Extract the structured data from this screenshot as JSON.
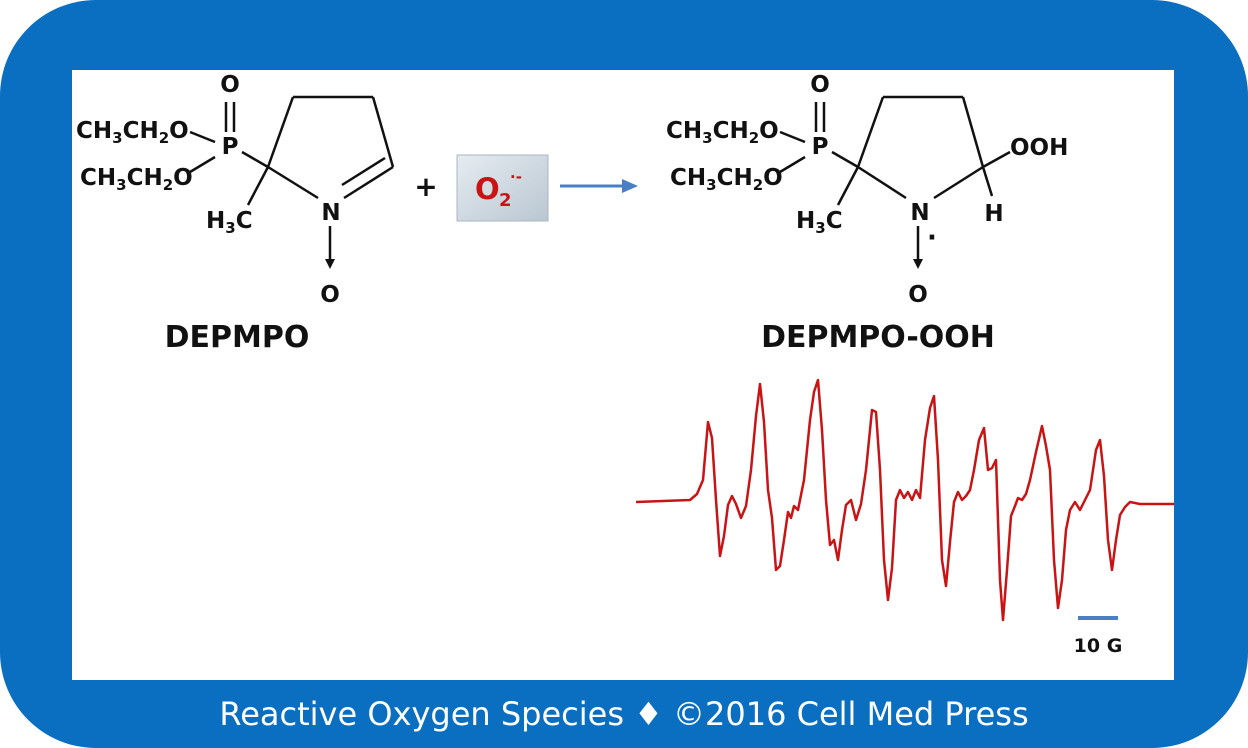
{
  "colors": {
    "frame": "#0a6fc1",
    "trace": "#c81414",
    "arrow": "#4a7fc4",
    "reagent_text": "#c81414"
  },
  "reactant": {
    "name": "DEPMPO",
    "ethoxy_1": "CH3CH2O",
    "ethoxy_2": "CH3CH2O",
    "phosphorus": "P",
    "phosphoryl_oxygen": "O",
    "methyl": "H3C",
    "nitrogen": "N",
    "n_oxygen": "O"
  },
  "reagent": {
    "plus": "+",
    "formula": "O",
    "subscript": "2",
    "charge": "·-"
  },
  "product": {
    "name": "DEPMPO-OOH",
    "ethoxy_1": "CH3CH2O",
    "ethoxy_2": "CH3CH2O",
    "phosphorus": "P",
    "phosphoryl_oxygen": "O",
    "methyl": "H3C",
    "nitrogen": "N",
    "n_oxygen": "O",
    "hydroperoxy": "OOH",
    "hydrogen": "H",
    "radical_dot": "·"
  },
  "spectrum": {
    "scale_label": "10 G"
  },
  "footer": {
    "text": "Reactive Oxygen Species ♦ ©2016 Cell Med Press"
  }
}
